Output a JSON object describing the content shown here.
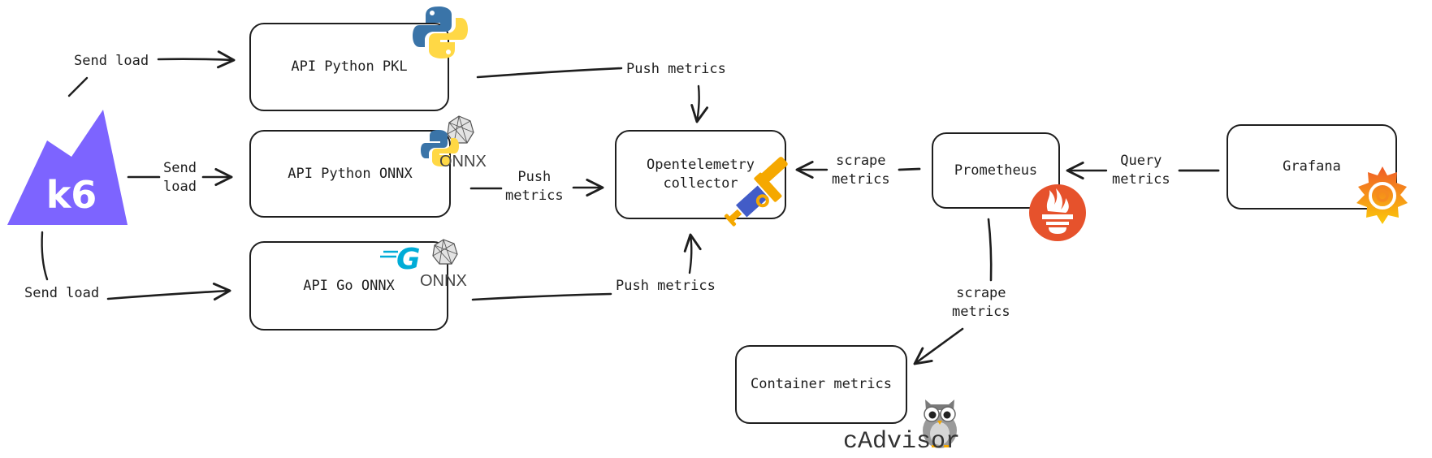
{
  "nodes": {
    "k6": {
      "label": "k6"
    },
    "api_python_pkl": {
      "label": "API Python PKL"
    },
    "api_python_onnx": {
      "label": "API Python ONNX"
    },
    "api_go_onnx": {
      "label": "API Go ONNX"
    },
    "otel_collector": {
      "label": "Opentelemetry\ncollector"
    },
    "prometheus": {
      "label": "Prometheus"
    },
    "grafana": {
      "label": "Grafana"
    },
    "container_metrics": {
      "label": "Container metrics"
    }
  },
  "edges": [
    {
      "from": "k6",
      "to": "api_python_pkl",
      "label": "Send load"
    },
    {
      "from": "k6",
      "to": "api_python_onnx",
      "label": "Send\nload"
    },
    {
      "from": "k6",
      "to": "api_go_onnx",
      "label": "Send load"
    },
    {
      "from": "api_python_pkl",
      "to": "otel_collector",
      "label": "Push metrics"
    },
    {
      "from": "api_python_onnx",
      "to": "otel_collector",
      "label": "Push\nmetrics"
    },
    {
      "from": "api_go_onnx",
      "to": "otel_collector",
      "label": "Push metrics"
    },
    {
      "from": "prometheus",
      "to": "otel_collector",
      "label": "scrape\nmetrics"
    },
    {
      "from": "grafana",
      "to": "prometheus",
      "label": "Query\nmetrics"
    },
    {
      "from": "prometheus",
      "to": "container_metrics",
      "label": "scrape\nmetrics"
    }
  ],
  "logos": {
    "onnx_text": "ONNX",
    "go_text": "G",
    "cadvisor_text": "cAdvisor"
  },
  "colors": {
    "k6": "#7d64ff",
    "python_blue": "#3a74a8",
    "python_yellow": "#ffd845",
    "go": "#00acd7",
    "otel_blue": "#425cc7",
    "otel_orange": "#f5a800",
    "prometheus": "#e6522c",
    "grafana_orange": "#f05a28",
    "grafana_yellow": "#fbca0a",
    "owl_grey": "#8f8f8f"
  }
}
